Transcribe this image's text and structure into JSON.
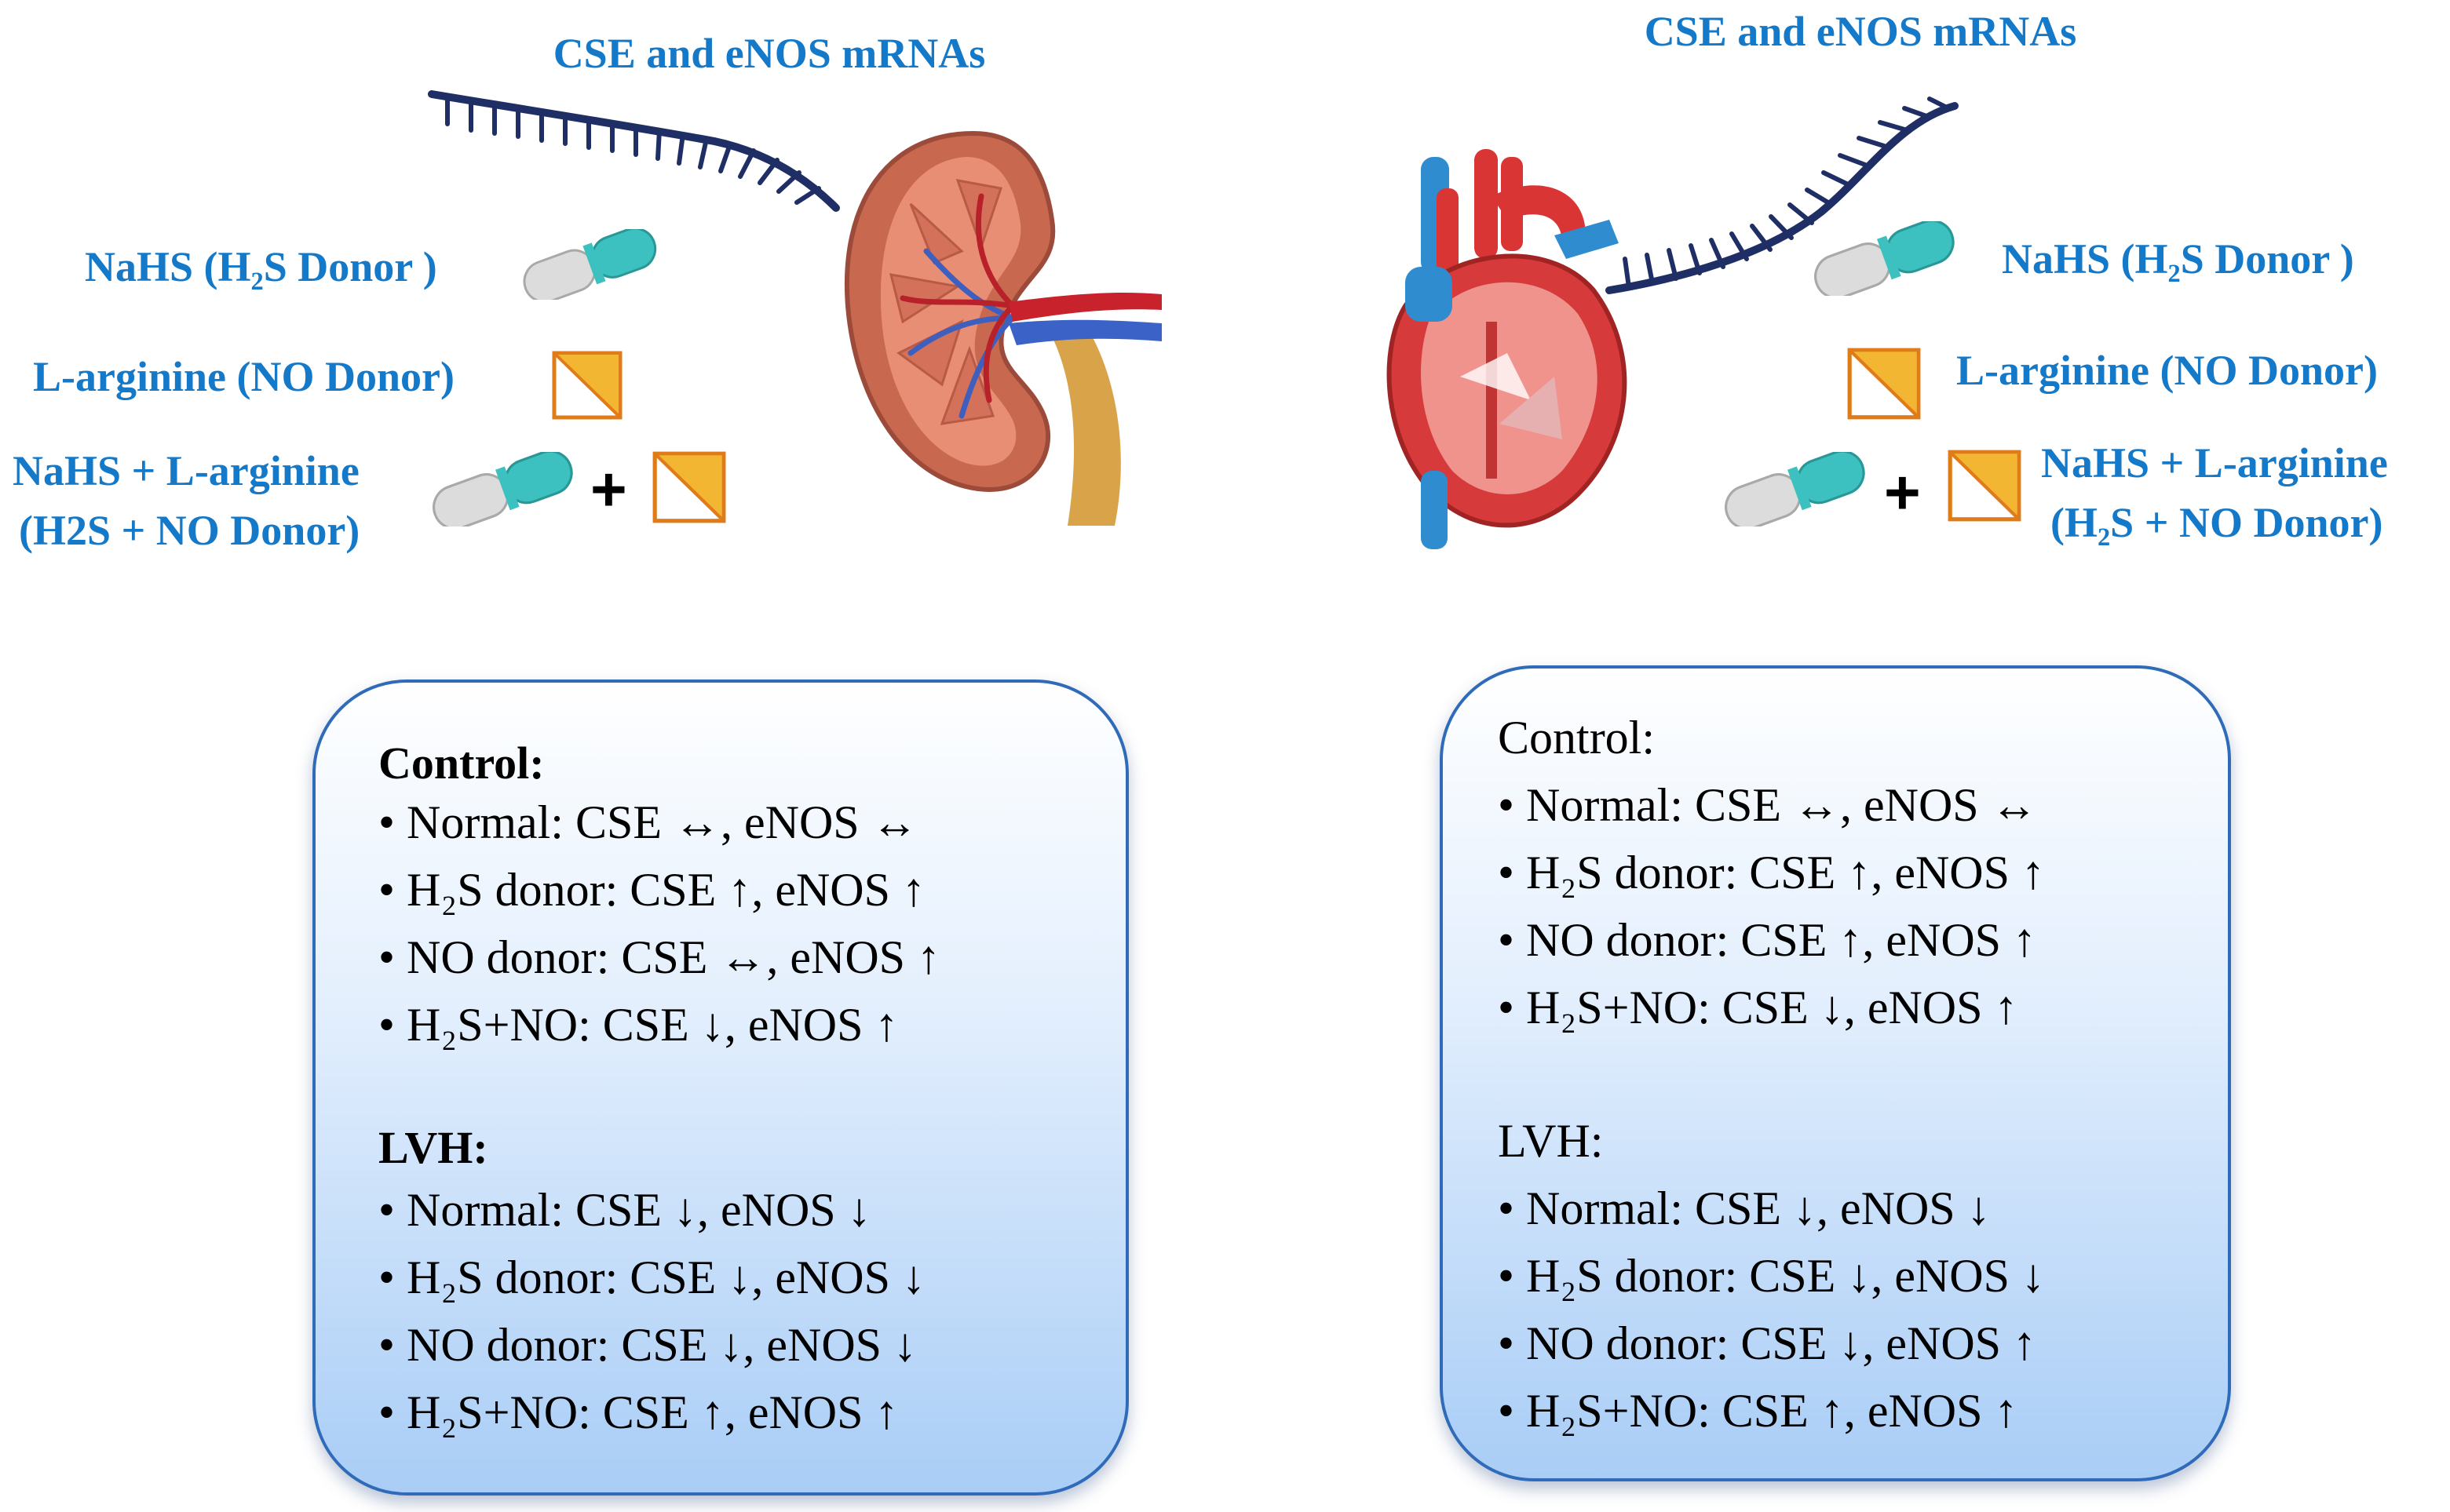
{
  "left": {
    "mrna_label": "CSE and eNOS mRNAs",
    "nahs_label": "NaHS (H₂S Donor )",
    "larg_label": "L-arginine (NO Donor)",
    "combo_label_1": "NaHS + L-arginine",
    "combo_label_2": "(H2S + NO Donor)",
    "plus": "+",
    "panel": {
      "control_title": "Control:",
      "control_lines": [
        "• Normal: CSE ↔, eNOS ↔",
        "• H₂S donor: CSE ↑, eNOS ↑",
        "• NO donor: CSE ↔, eNOS ↑",
        "• H₂S+NO: CSE ↓, eNOS ↑"
      ],
      "lvh_title": "LVH:",
      "lvh_lines": [
        "• Normal: CSE ↓, eNOS ↓",
        "• H₂S donor: CSE ↓, eNOS ↓",
        "• NO donor: CSE ↓, eNOS ↓",
        "• H₂S+NO: CSE ↑, eNOS ↑"
      ]
    }
  },
  "right": {
    "mrna_label": "CSE and eNOS mRNAs",
    "nahs_label": "NaHS (H₂S Donor )",
    "larg_label": "L-arginine (NO Donor)",
    "combo_label_1": "NaHS + L-arginine",
    "combo_label_2": "(H₂S + NO Donor)",
    "plus": "+",
    "panel": {
      "control_title": "Control:",
      "control_lines": [
        "• Normal: CSE ↔, eNOS ↔",
        "• H₂S donor: CSE ↑, eNOS ↑",
        "• NO donor: CSE ↑, eNOS ↑",
        "• H₂S+NO: CSE ↓, eNOS ↑"
      ],
      "lvh_title": "LVH:",
      "lvh_lines": [
        "• Normal: CSE ↓, eNOS ↓",
        "• H₂S donor: CSE ↓, eNOS ↓",
        "• NO donor: CSE ↓, eNOS ↑",
        "• H₂S+NO: CSE ↑, eNOS ↑"
      ]
    }
  },
  "colors": {
    "label_blue": "#1479c8",
    "mrna_navy": "#1f2f66",
    "pill_teal": "#3cc1c0",
    "pill_gray": "#dcdcdc",
    "square_orange": "#f3b633",
    "panel_border": "#2f6bb8"
  }
}
